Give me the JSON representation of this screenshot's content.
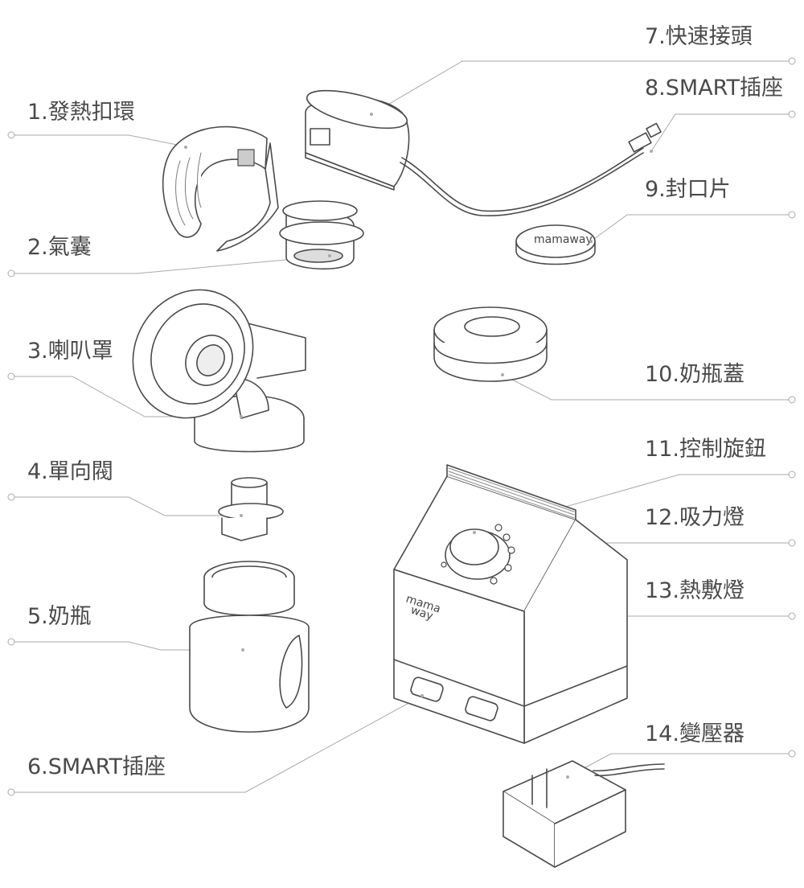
{
  "labels": {
    "heating_ring": "1.發熱扣環",
    "air_bag": "2.氣囊",
    "breast_shield": "3.喇叭罩",
    "one_way_valve": "4.單向閥",
    "bottle": "5.奶瓶",
    "smart_socket_base": "6.SMART插座",
    "quick_connector": "7.快速接頭",
    "smart_socket_cable": "8.SMART插座",
    "sealing_disc": "9.封口片",
    "bottle_cap": "10.奶瓶蓋",
    "control_knob": "11.控制旋鈕",
    "suction_light": "12.吸力燈",
    "heat_light": "13.熱敷燈",
    "adapter": "14.變壓器"
  },
  "brand": {
    "logo_line1": "mama",
    "logo_line2": "way",
    "disc_text": "mamaway"
  },
  "colors": {
    "line": "#aaaaaa",
    "stroke": "#4a4a4a",
    "text": "#4a4a4a"
  }
}
